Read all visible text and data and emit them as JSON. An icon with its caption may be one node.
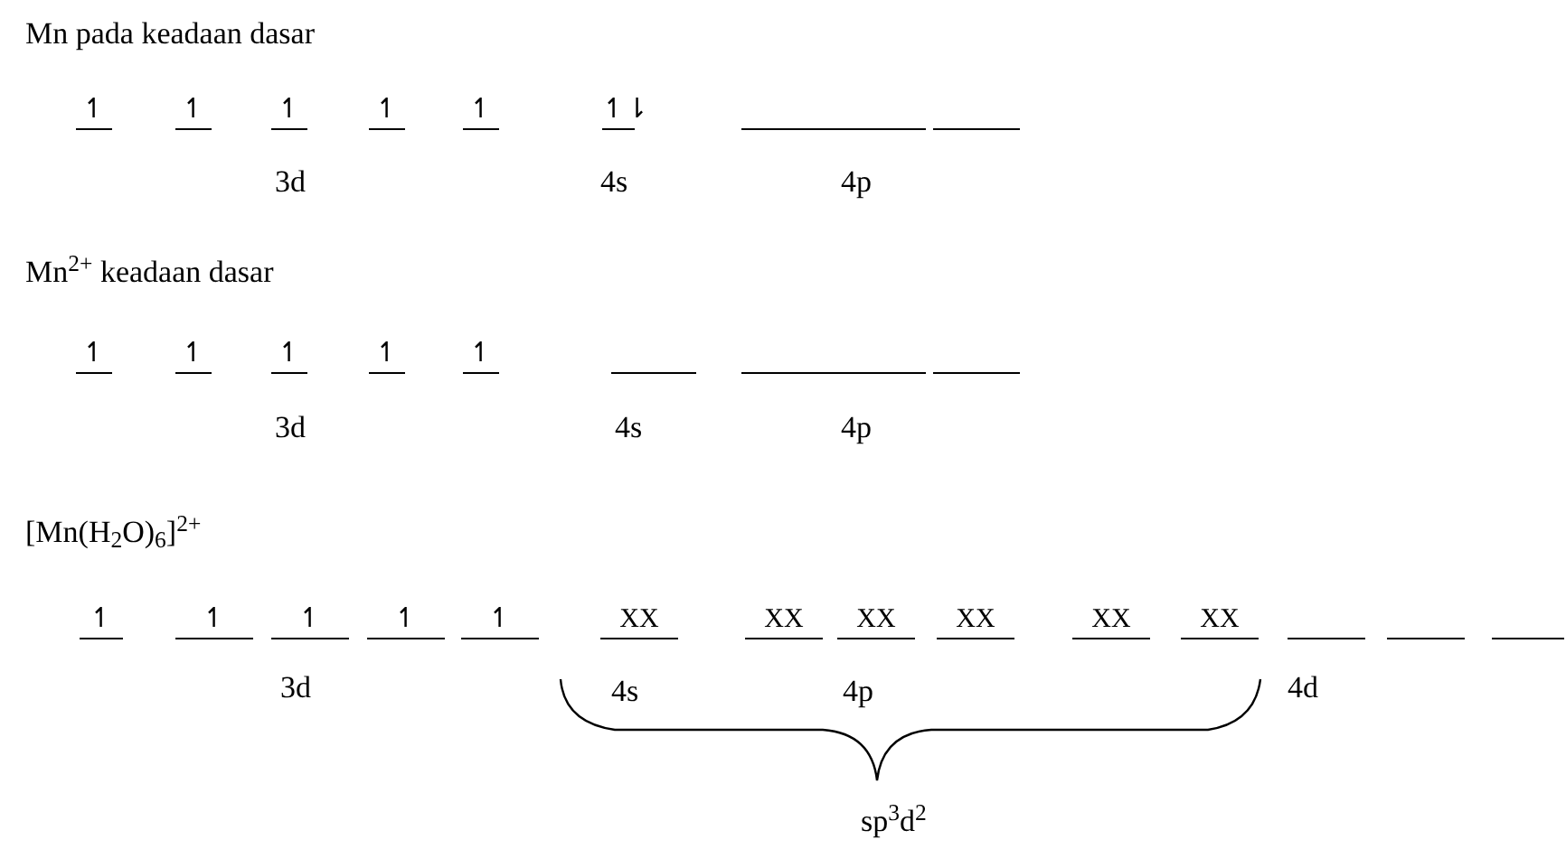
{
  "diagram": {
    "labels": [
      "Mn pada keadaan dasar",
      "↿",
      "↿",
      "↿",
      "↿",
      "↿",
      "↿⇂",
      "3d",
      "4s",
      "4p",
      "Mn$^{2+}$ keadaan dasar",
      "↿",
      "↿",
      "↿",
      "↿",
      "↿",
      "3d",
      "4s",
      "4p",
      "[Mn(H$_{2}$O)$_{6}$]$^{2+}$",
      "↿",
      "↿",
      "↿",
      "↿",
      "↿",
      "XX",
      "XX",
      "XX",
      "XX",
      "XX",
      "XX",
      "3d",
      "4s",
      "4p",
      "4d",
      "sp$^{3}$d$^{2}$"
    ]
  }
}
